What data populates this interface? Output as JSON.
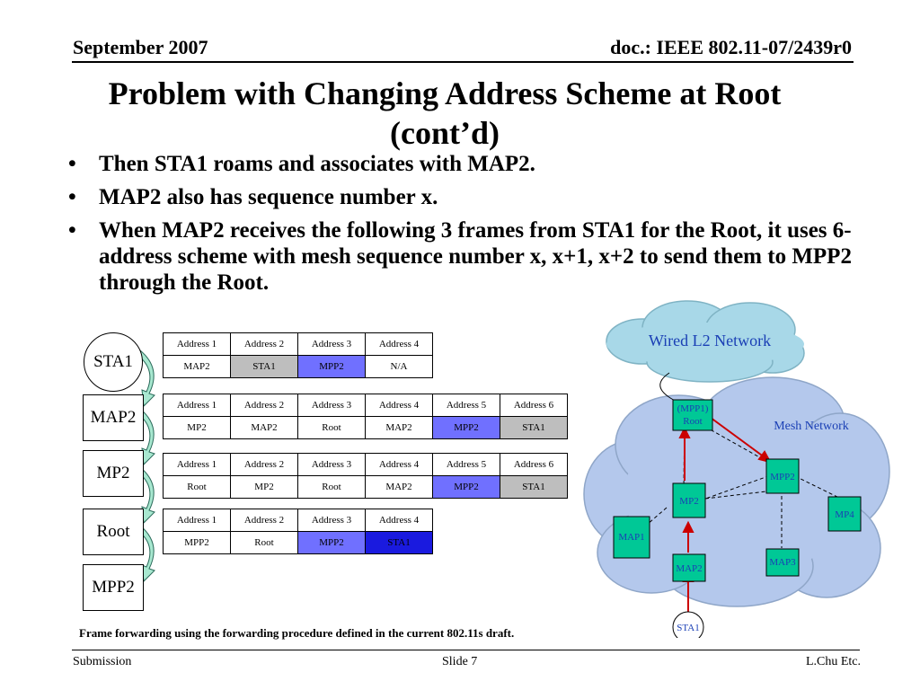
{
  "header": {
    "date": "September 2007",
    "doc": "doc.: IEEE 802.11-07/2439r0"
  },
  "title": "Problem with Changing Address Scheme at Root (cont’d)",
  "bullets": [
    "Then STA1 roams and associates with MAP2.",
    "MAP2 also has sequence number x.",
    "When MAP2 receives the following 3 frames from STA1 for the Root, it uses 6-address scheme with mesh sequence number x, x+1, x+2 to send them to MPP2 through the Root."
  ],
  "bullet_marker": "•",
  "nodes": [
    "STA1",
    "MAP2",
    "MP2",
    "Root",
    "MPP2"
  ],
  "tables": [
    {
      "headers": [
        "Address 1",
        "Address 2",
        "Address 3",
        "Address 4"
      ],
      "row": [
        "MAP2",
        "STA1",
        "MPP2",
        "N/A"
      ],
      "highlight": [
        "none",
        "gray",
        "blue",
        "none"
      ]
    },
    {
      "headers": [
        "Address 1",
        "Address 2",
        "Address 3",
        "Address 4",
        "Address 5",
        "Address 6"
      ],
      "row": [
        "MP2",
        "MAP2",
        "Root",
        "MAP2",
        "MPP2",
        "STA1"
      ],
      "highlight": [
        "none",
        "none",
        "none",
        "none",
        "blue",
        "gray"
      ]
    },
    {
      "headers": [
        "Address 1",
        "Address 2",
        "Address 3",
        "Address 4",
        "Address 5",
        "Address 6"
      ],
      "row": [
        "Root",
        "MP2",
        "Root",
        "MAP2",
        "MPP2",
        "STA1"
      ],
      "highlight": [
        "none",
        "none",
        "none",
        "none",
        "blue",
        "gray"
      ]
    },
    {
      "headers": [
        "Address 1",
        "Address 2",
        "Address 3",
        "Address 4"
      ],
      "row": [
        "MPP2",
        "Root",
        "MPP2",
        "STA1"
      ],
      "highlight": [
        "none",
        "none",
        "blue",
        "navy"
      ]
    }
  ],
  "network": {
    "wired_label": "Wired L2 Network",
    "mesh_label": "Mesh Network",
    "nodes": {
      "root_line1": "(MPP1)",
      "root_line2": "Root",
      "mpp2": "MPP2",
      "mp2": "MP2",
      "mp4": "MP4",
      "map1": "MAP1",
      "map3": "MAP3",
      "map2": "MAP2",
      "sta1": "STA1"
    }
  },
  "caption": "Frame forwarding using the forwarding procedure defined in the current 802.11s draft.",
  "footer": {
    "left": "Submission",
    "center": "Slide 7",
    "right": "L.Chu Etc."
  },
  "colors": {
    "node_fill": "#00c896",
    "wired_cloud": "#a8d8e8",
    "mesh_cloud": "#b4c8ec",
    "arrow": "#cc0000",
    "label_blue": "#1a3fb5",
    "highlight_blue": "#7070ff",
    "highlight_navy": "#1a1adf",
    "highlight_gray": "#bebebe",
    "curved_arrow": "#a8e8d0"
  }
}
